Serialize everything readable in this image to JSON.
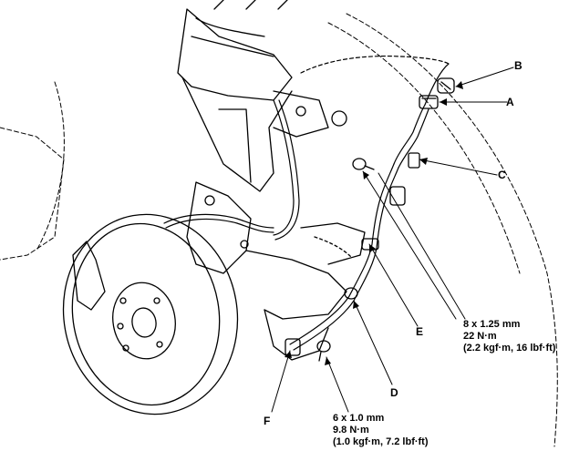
{
  "callouts": {
    "A": "A",
    "B": "B",
    "C": "C",
    "D": "D",
    "E": "E",
    "F": "F"
  },
  "torque_specs": {
    "bolt_upper": {
      "size": "8 x 1.25 mm",
      "torque_nm": "22 N·m",
      "torque_alt": "(2.2 kgf·m, 16 lbf·ft)"
    },
    "bolt_lower": {
      "size": "6 x 1.0 mm",
      "torque_nm": "9.8 N·m",
      "torque_alt": "(1.0 kgf·m, 7.2 lbf·ft)"
    }
  }
}
